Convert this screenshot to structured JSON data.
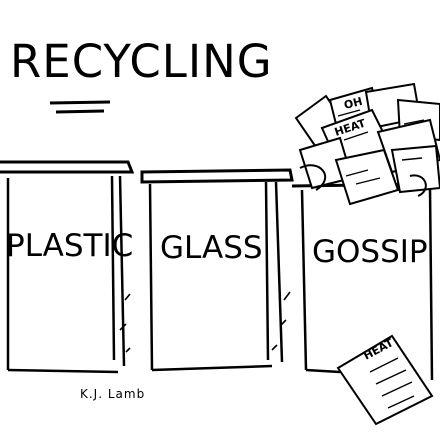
{
  "cartoon": {
    "title": "RECYCLING",
    "bins": [
      {
        "label": "PLASTIC"
      },
      {
        "label": "GLASS"
      },
      {
        "label": "GOSSIP"
      }
    ],
    "papers": [
      "OH",
      "HEAT",
      "HEAT"
    ],
    "signature": "K.J. Lamb"
  },
  "colors": {
    "ink": "#000000",
    "paper": "#ffffff"
  }
}
